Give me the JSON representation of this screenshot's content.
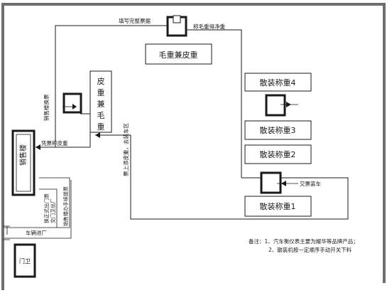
{
  "stations": {
    "tare_gross": "毛重兼皮重",
    "tare_gross_vertical": [
      "皮",
      "重",
      "兼",
      "毛",
      "重"
    ],
    "bulk4": "散装称重4",
    "bulk3": "散装称重3",
    "bulk2": "散装称重2",
    "bulk1": "散装称重1"
  },
  "labels": {
    "fill_ticket": "填写完整票据",
    "net_weight": "称毛重得净重",
    "sales_ticket_exchange": "销售楼换票",
    "weigh_tare_by_ticket": "凭票称皮重",
    "tare_to_loading": "票上添皮重，去装车区",
    "deliver_loading": "交票装车",
    "exit_gate_line1": "换正式出门票",
    "exit_gate_line2": "交门卫出厂",
    "sales_office_procedure": "销售楼办手续提票",
    "vehicle_entry": "车辆进厂"
  },
  "buildings": {
    "sales_building": "销售楼",
    "guard": "门卫"
  },
  "notes": {
    "line1": "备注：1、汽车衡仪表主要为耀华等品牌产品；",
    "line2": "2、散装机按一定顺序手动开关下料"
  }
}
